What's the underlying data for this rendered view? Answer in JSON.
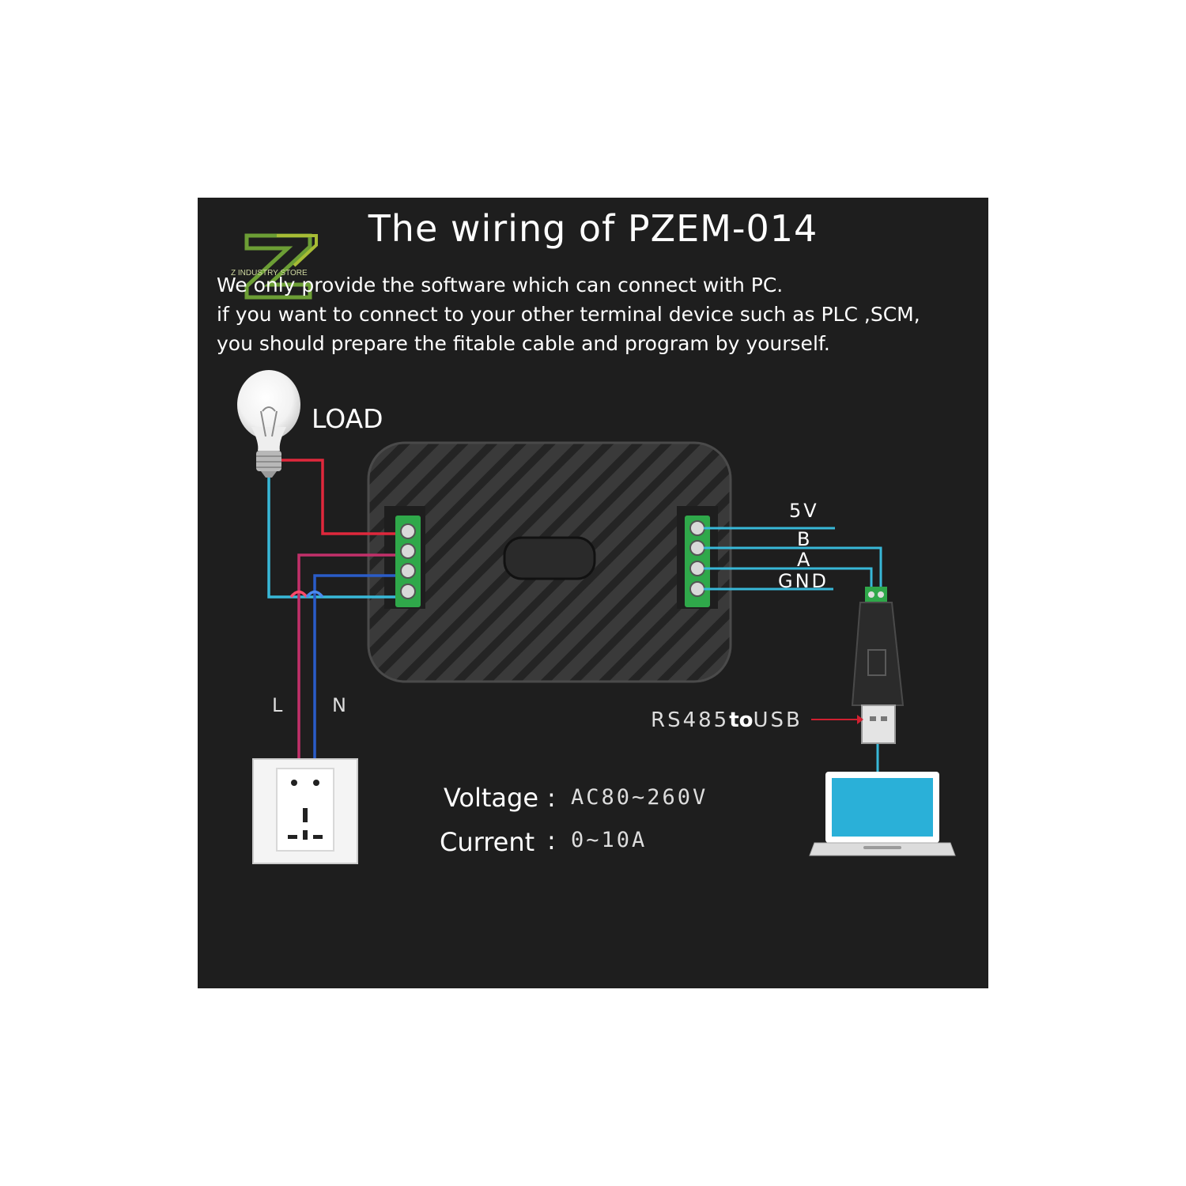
{
  "title": "The wiring  of PZEM-014",
  "notes": [
    "We only provide the software which can connect with PC.",
    "if you want to connect to your other terminal device such as PLC ,SCM,",
    "you should prepare the fitable cable and program by yourself."
  ],
  "watermark": "Z INDUSTRY STORE",
  "load_label": "LOAD",
  "terminal_labels": [
    "5V",
    "B",
    "A",
    "GND"
  ],
  "line_label": "L",
  "neutral_label": "N",
  "adapter": {
    "prefix": "RS485",
    "connector": "to",
    "suffix": "USB"
  },
  "specs": {
    "voltage_label": "Voltage",
    "voltage_sep": ":",
    "voltage_value": "AC80~260V",
    "current_label": "Current",
    "current_sep": ":",
    "current_value": "0~10A"
  },
  "colors": {
    "background": "#1e1e1e",
    "live_wire": "#e0283c",
    "neutral_wire": "#2a5cc8",
    "signal_wire": "#38b8d8",
    "terminal_block": "#2fa84a",
    "device_body": "#3a3a3a"
  },
  "icons": [
    "light-bulb-icon",
    "power-meter-device",
    "rs485-usb-adapter-icon",
    "laptop-icon",
    "wall-socket-icon"
  ]
}
